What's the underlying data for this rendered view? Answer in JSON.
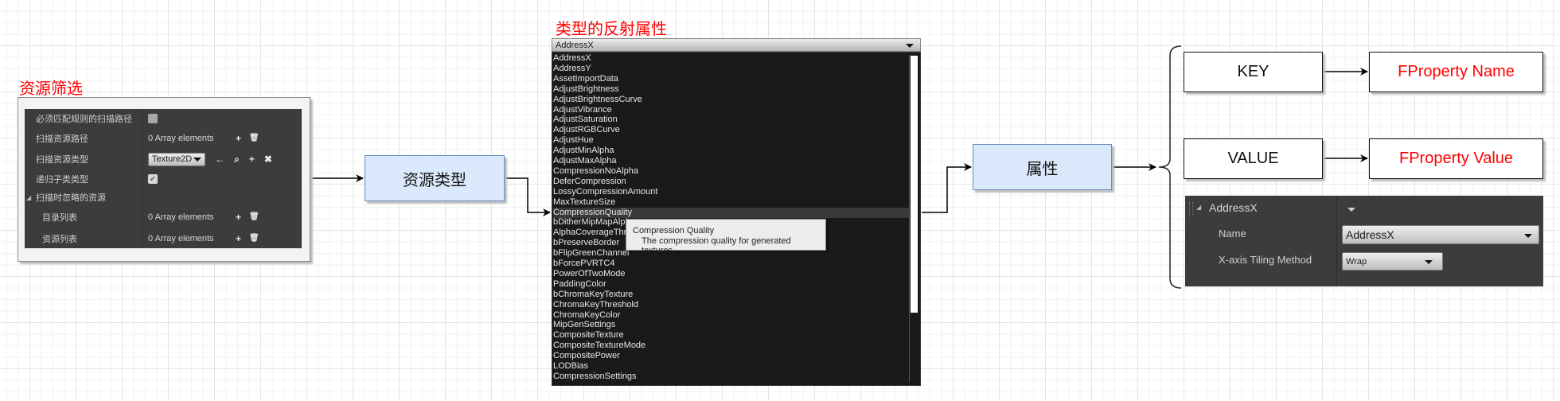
{
  "titles": {
    "asset_filter": "资源筛选",
    "reflected_properties": "类型的反射属性"
  },
  "asset_filter_panel": {
    "rows": [
      {
        "label": "必须匹配规则的扫描路径",
        "type": "checkbox",
        "checked": false
      },
      {
        "label": "扫描资源路径",
        "type": "array",
        "value": "0 Array elements"
      },
      {
        "label": "扫描资源类型",
        "type": "class",
        "value": "Texture2D"
      },
      {
        "label": "递归子类类型",
        "type": "checkbox",
        "checked": true
      },
      {
        "label": "扫描时忽略的资源",
        "type": "group",
        "expanded": true
      },
      {
        "label": "目录列表",
        "type": "array",
        "value": "0 Array elements"
      },
      {
        "label": "资源列表",
        "type": "array",
        "value": "0 Array elements"
      }
    ],
    "icons": {
      "add": "+",
      "delete": "🗑",
      "back": "←",
      "browse": "⌕",
      "clear": "✖",
      "check": "✔",
      "expand": "◢"
    }
  },
  "nodes": {
    "asset_type": "资源类型",
    "property": "属性",
    "key": "KEY",
    "value": "VALUE",
    "fproperty_name": "FProperty Name",
    "fproperty_value": "FProperty Value"
  },
  "property_dropdown": {
    "selected": "AddressX",
    "highlighted": "CompressionQuality",
    "items": [
      "AddressX",
      "AddressY",
      "AssetImportData",
      "AdjustBrightness",
      "AdjustBrightnessCurve",
      "AdjustVibrance",
      "AdjustSaturation",
      "AdjustRGBCurve",
      "AdjustHue",
      "AdjustMinAlpha",
      "AdjustMaxAlpha",
      "CompressionNoAlpha",
      "DeferCompression",
      "LossyCompressionAmount",
      "MaxTextureSize",
      "CompressionQuality",
      "bDitherMipMapAlpha",
      "AlphaCoverageThresholds",
      "bPreserveBorder",
      "bFlipGreenChannel",
      "bForcePVRTC4",
      "PowerOfTwoMode",
      "PaddingColor",
      "bChromaKeyTexture",
      "ChromaKeyThreshold",
      "ChromaKeyColor",
      "MipGenSettings",
      "CompositeTexture",
      "CompositeTextureMode",
      "CompositePower",
      "LODBias",
      "CompressionSettings"
    ],
    "tooltip": {
      "title": "Compression Quality",
      "description": "The compression quality for generated textures."
    }
  },
  "property_entry_panel": {
    "header": "AddressX",
    "rows": [
      {
        "label": "Name",
        "value": "AddressX"
      },
      {
        "label": "X-axis Tiling Method",
        "value": "Wrap"
      }
    ]
  },
  "colors": {
    "annotation_red": "#ff0000",
    "node_fill": "#dae8fc",
    "node_border": "#6c8ebf",
    "ue_panel": "#3c3c3c",
    "list_bg": "#1a1a1a"
  }
}
